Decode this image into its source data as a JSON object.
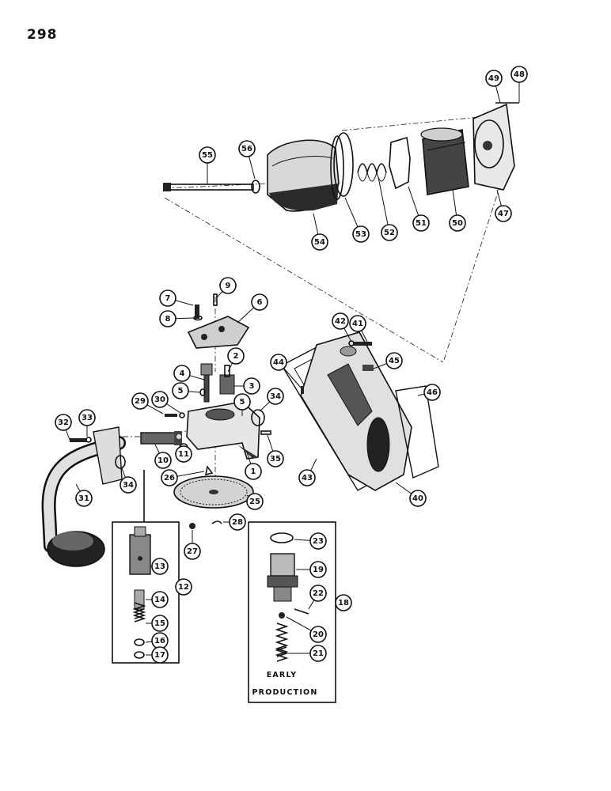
{
  "page": {
    "number": "298"
  },
  "parts": [
    "1",
    "2",
    "3",
    "4",
    "5",
    "5",
    "6",
    "7",
    "8",
    "9",
    "10",
    "11",
    "12",
    "13",
    "14",
    "15",
    "16",
    "17",
    "18",
    "19",
    "20",
    "21",
    "22",
    "23",
    "25",
    "26",
    "27",
    "28",
    "29",
    "30",
    "31",
    "32",
    "33",
    "34",
    "34",
    "35",
    "40",
    "41",
    "42",
    "43",
    "44",
    "45",
    "46",
    "47",
    "48",
    "49",
    "50",
    "51",
    "52",
    "53",
    "54",
    "55",
    "56"
  ],
  "inset": {
    "early_line1": "EARLY",
    "early_line2": "PRODUCTION"
  }
}
